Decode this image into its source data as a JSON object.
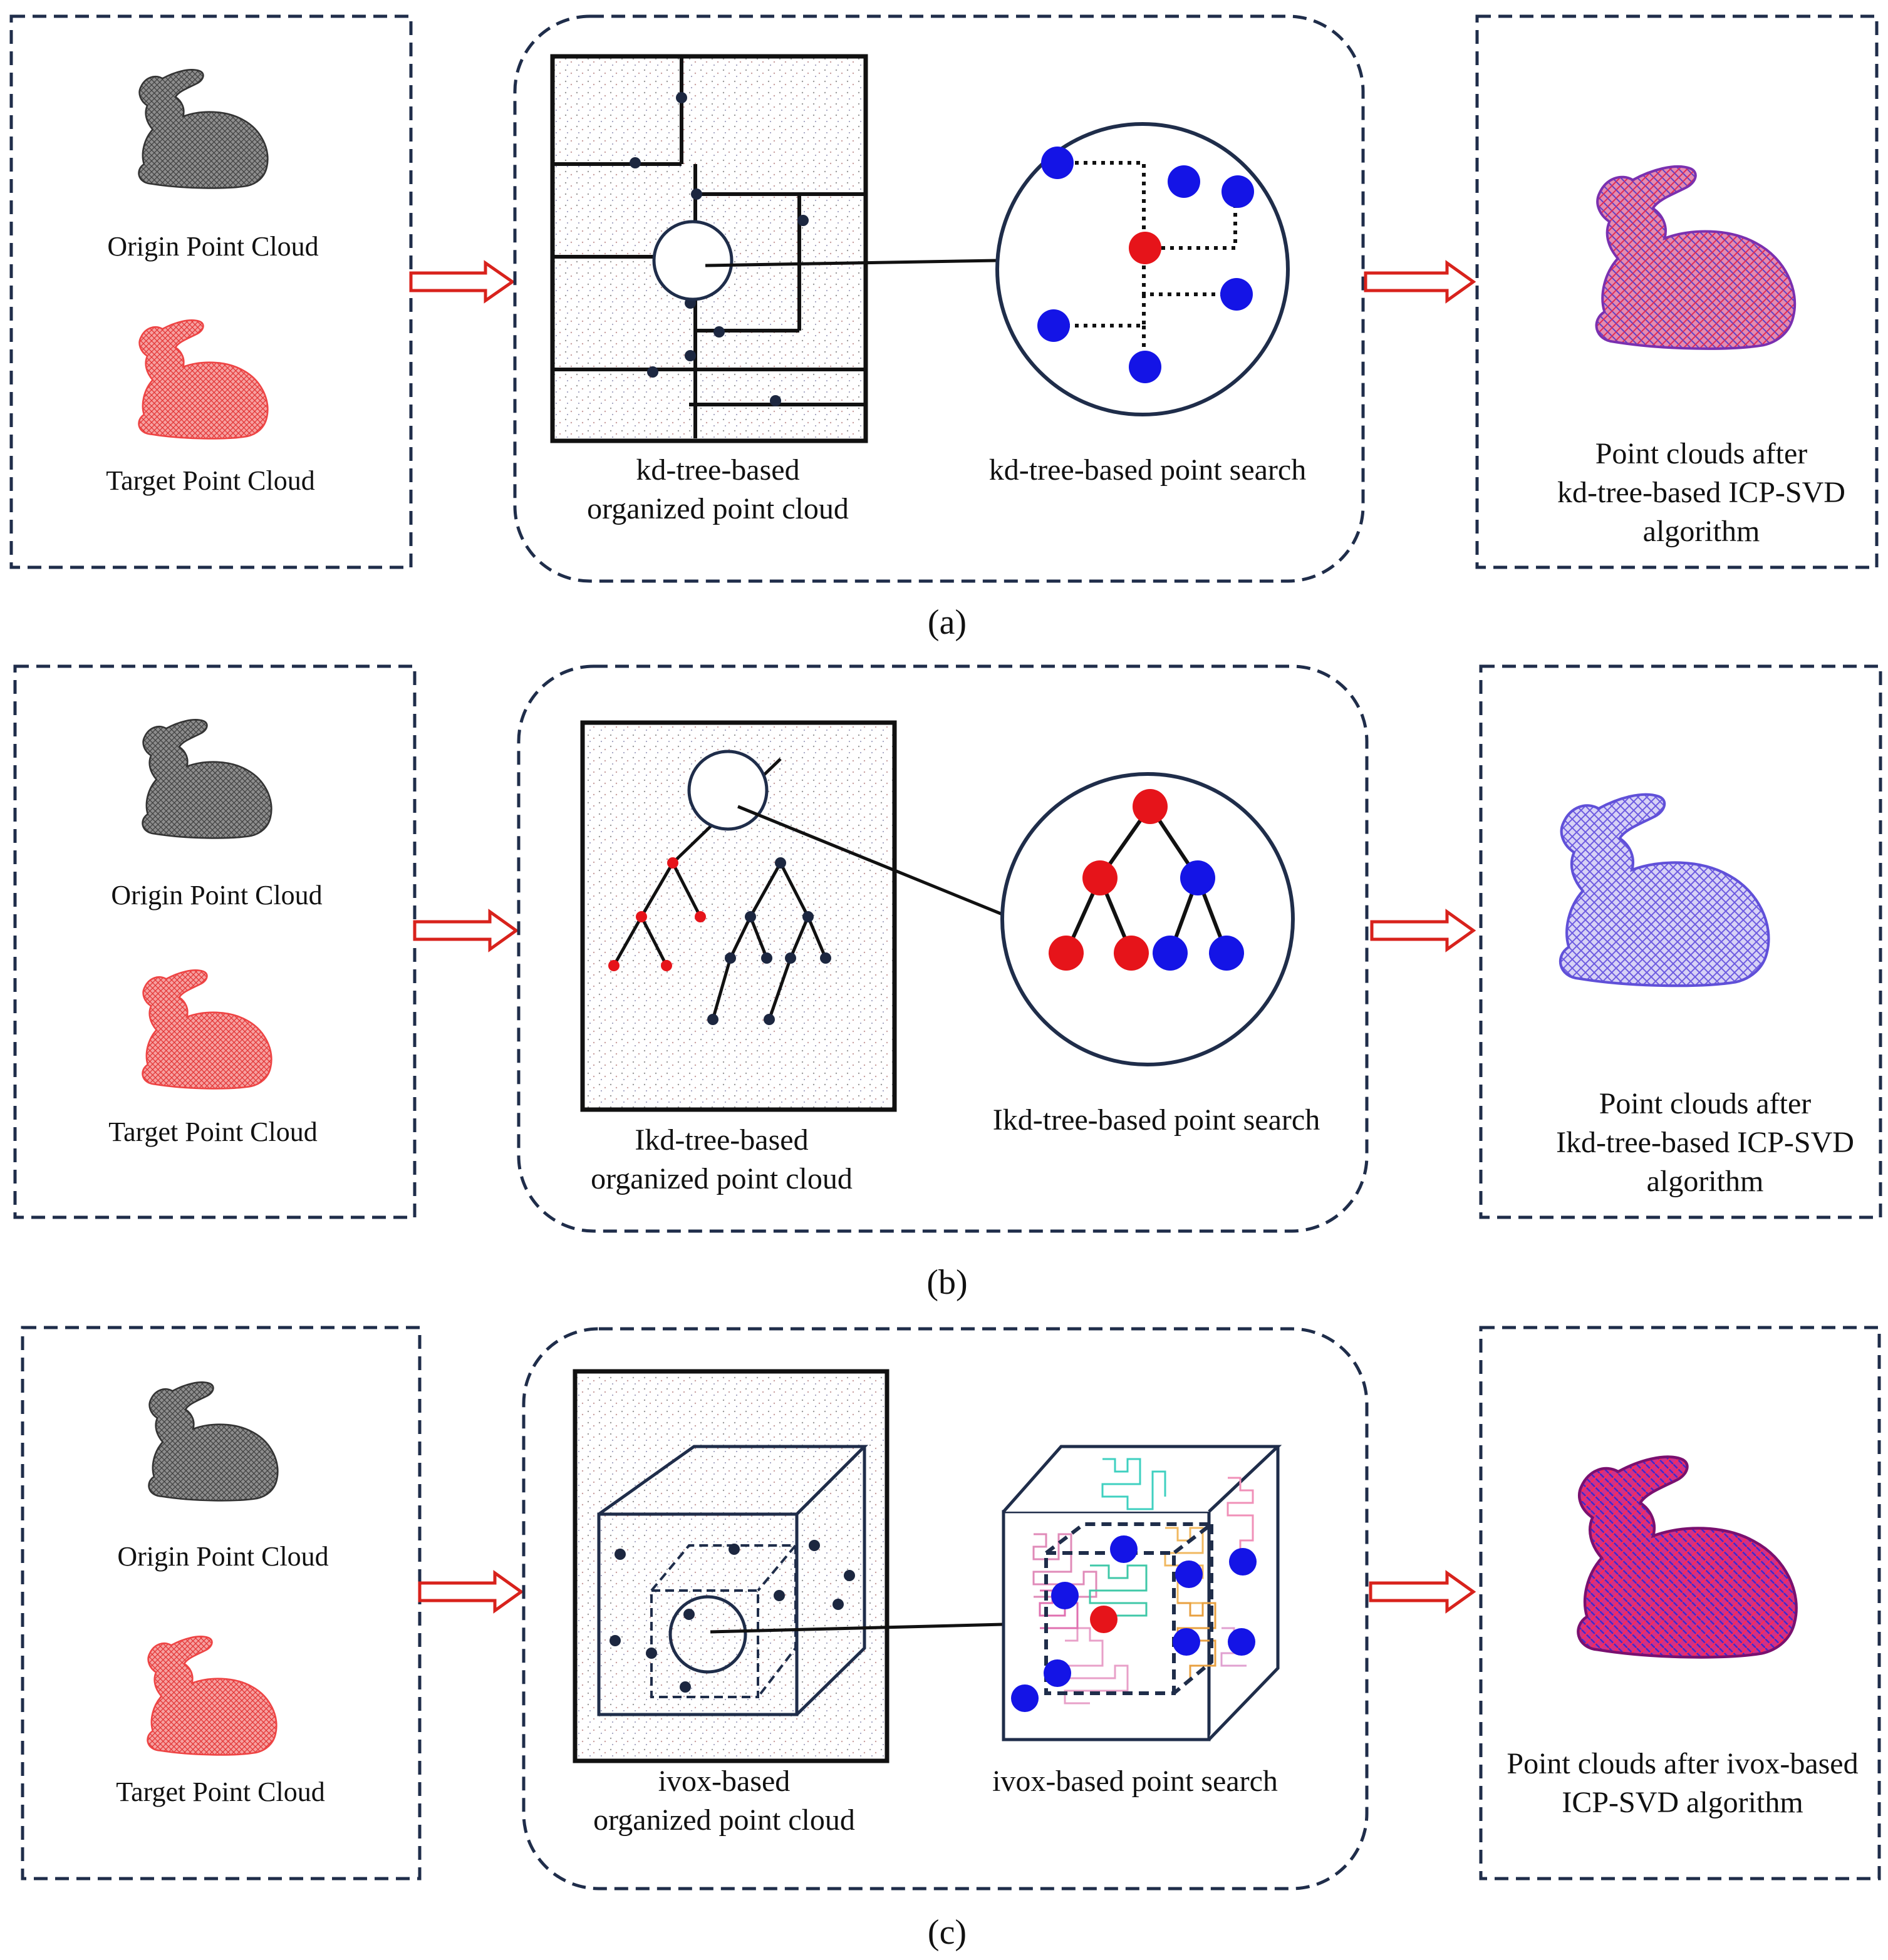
{
  "colors": {
    "box_border": "#1f2d4a",
    "arrow": "#d8221c",
    "node_blue": "#1414e6",
    "node_red": "#e6141a",
    "bunny_origin": "#7a7a7a",
    "bunny_target": "#ea4444",
    "bunny_kd_result": "#c0467a",
    "bunny_ikd_result": "#8a7ee8",
    "bunny_ivox_result": "#b0207a"
  },
  "panels": [
    {
      "id": "a",
      "caption": "(a)",
      "input": {
        "origin_label": "Origin Point Cloud",
        "target_label": "Target Point Cloud"
      },
      "structure_label": [
        "kd-tree-based",
        "organized point cloud"
      ],
      "search_label": [
        "kd-tree-based point search"
      ],
      "result_label": [
        "Point clouds after",
        "kd-tree-based ICP-SVD",
        "algorithm"
      ]
    },
    {
      "id": "b",
      "caption": "(b)",
      "input": {
        "origin_label": "Origin Point Cloud",
        "target_label": "Target Point Cloud"
      },
      "structure_label": [
        "Ikd-tree-based",
        "organized point cloud"
      ],
      "search_label": [
        "Ikd-tree-based point search"
      ],
      "result_label": [
        "Point clouds after",
        "Ikd-tree-based ICP-SVD",
        "algorithm"
      ]
    },
    {
      "id": "c",
      "caption": "(c)",
      "input": {
        "origin_label": "Origin Point Cloud",
        "target_label": "Target Point Cloud"
      },
      "structure_label": [
        "ivox-based",
        "organized point cloud"
      ],
      "search_label": [
        "ivox-based point search"
      ],
      "result_label": [
        "Point clouds after ivox-based",
        "ICP-SVD algorithm"
      ]
    }
  ]
}
